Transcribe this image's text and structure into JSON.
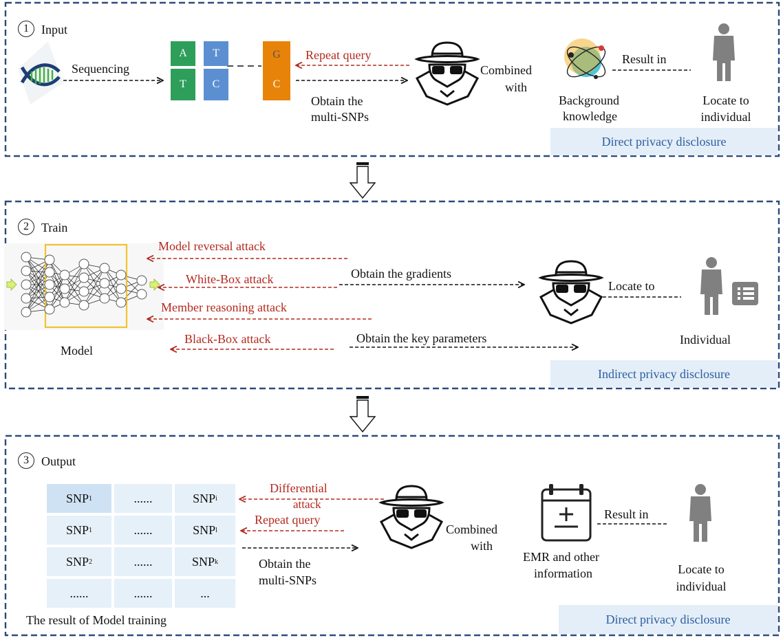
{
  "section1": {
    "number": "1",
    "title": "Input",
    "sequencing": "Sequencing",
    "nucleotides": [
      "A",
      "T",
      "T",
      "C",
      "G",
      "C"
    ],
    "repeat_query": "Repeat query",
    "obtain_line1": "Obtain the",
    "obtain_line2": "multi-SNPs",
    "combined_line1": "Combined",
    "combined_line2": "with",
    "background_line1": "Background",
    "background_line2": "knowledge",
    "result_in": "Result in",
    "locate_line1": "Locate to",
    "locate_line2": "individual",
    "disclosure": "Direct privacy disclosure"
  },
  "section2": {
    "number": "2",
    "title": "Train",
    "model_label": "Model",
    "attacks": [
      "Model reversal attack",
      "White-Box attack",
      "Member reasoning attack",
      "Black-Box attack"
    ],
    "obtain_gradients": "Obtain the gradients",
    "obtain_key_params": "Obtain the key parameters",
    "locate_to": "Locate to",
    "individual": "Individual",
    "disclosure": "Indirect privacy disclosure"
  },
  "section3": {
    "number": "3",
    "title": "Output",
    "table": [
      [
        "SNP",
        "1",
        "......",
        "SNP",
        "i"
      ],
      [
        "SNP",
        "1",
        "......",
        "SNP",
        "l"
      ],
      [
        "SNP",
        "2",
        "......",
        "SNP",
        "k"
      ],
      [
        "......",
        "",
        "......",
        "...",
        ""
      ]
    ],
    "differential_line1": "Differential",
    "differential_line2": "attack",
    "repeat_query": "Repeat query",
    "obtain_line1": "Obtain the",
    "obtain_line2": "multi-SNPs",
    "combined_line1": "Combined",
    "combined_line2": "with",
    "emr_line1": "EMR and other",
    "emr_line2": "information",
    "result_in": "Result in",
    "locate_line1": "Locate to",
    "locate_line2": "individual",
    "caption": "The result of Model training",
    "disclosure": "Direct privacy disclosure"
  },
  "colors": {
    "frame": "#2f4a7a",
    "attack_arrow": "#b22a1f",
    "nucleotide_green": "#2e9e5b",
    "nucleotide_blue": "#5b8fd1",
    "nucleotide_orange": "#e8830a",
    "disclosure_bg": "#e3eef8",
    "table_bg": "#e6f0f9",
    "person": "#808080"
  }
}
